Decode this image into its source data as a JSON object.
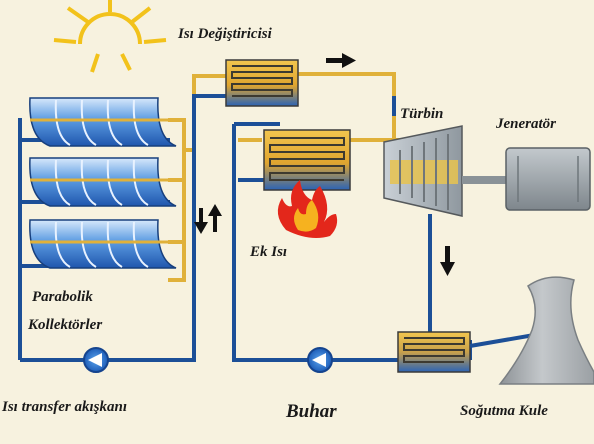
{
  "labels": {
    "heat_exchanger": "Isı Değiştiricisi",
    "turbine": "Türbin",
    "generator": "Jeneratör",
    "extra_heat": "Ek Isı",
    "collectors_line1": "Parabolik",
    "collectors_line2": "Kollektörler",
    "transfer_fluid": "Isı transfer akışkanı",
    "steam": "Buhar",
    "cooling_tower": "Soğutma Kule"
  },
  "colors": {
    "background": "#f7f2df",
    "hot_pipe": "#e0b13a",
    "cold_pipe": "#1c4f97",
    "collector": "#3f82d4",
    "sun": "#f2c21b",
    "generator": "#9aa3a9",
    "tower": "#aeb3b7"
  }
}
